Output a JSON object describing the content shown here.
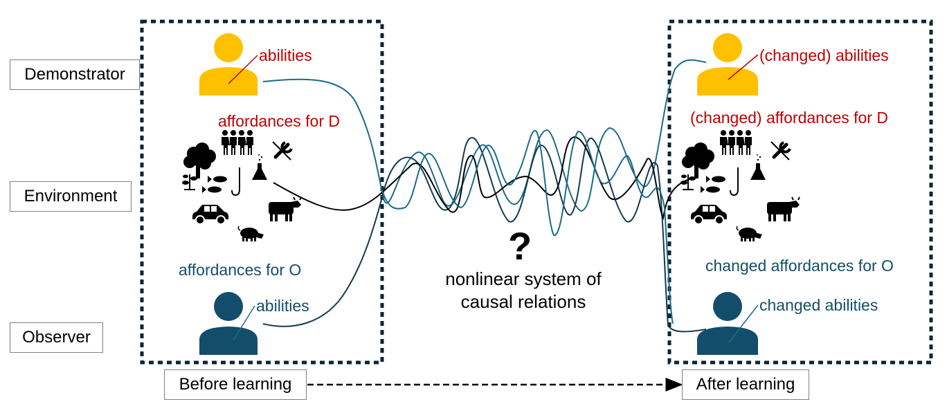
{
  "colors": {
    "demonstrator": "#ffc000",
    "observer": "#124e6b",
    "demonstrator_text": "#c00000",
    "observer_text": "#124e6b",
    "frame": "#0b2535",
    "wave_teal": "#1a6a8a",
    "wave_dark": "#123a4d",
    "wave_black": "#000000"
  },
  "row_labels": {
    "demonstrator": "Demonstrator",
    "environment": "Environment",
    "observer": "Observer"
  },
  "before": {
    "label": "Before learning",
    "demonstrator_abilities": "abilities",
    "affordances_d": "affordances for D",
    "affordances_o": "affordances for O",
    "observer_abilities": "abilities"
  },
  "after": {
    "label": "After learning",
    "demonstrator_abilities": "(changed) abilities",
    "affordances_d": "(changed) affordances for D",
    "affordances_o": "changed affordances for O",
    "observer_abilities": "changed abilities"
  },
  "center": {
    "question_mark": "?",
    "line1": "nonlinear system of",
    "line2": "causal relations"
  },
  "environment_icons": [
    "group-of-people-icon",
    "tools-icon",
    "tree-icon",
    "seedling-icon",
    "fish-icon",
    "fishing-hook-icon",
    "lab-flask-icon",
    "car-icon",
    "cow-icon",
    "pig-icon"
  ]
}
